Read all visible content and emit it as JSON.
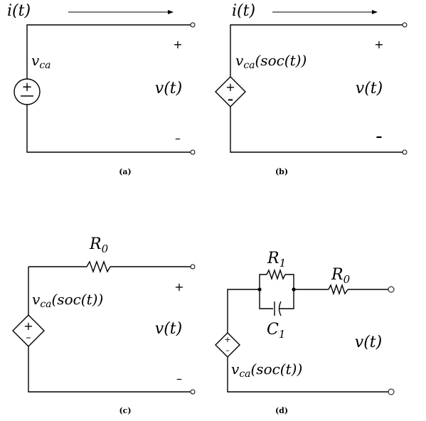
{
  "panel_a": {
    "current_label": "i(t)",
    "source_label": "v",
    "source_sub": "ca",
    "source_sign": "+",
    "output_label": "v(t)",
    "plus_sign": "+",
    "minus_sign": "–",
    "caption": "(a)"
  },
  "panel_b": {
    "current_label": "i(t)",
    "source_label": "v",
    "source_sub": "ca",
    "source_arg": "(soc(t))",
    "source_plus": "+",
    "source_minus": "–",
    "output_label": "v(t)",
    "plus_sign": "+",
    "minus_sign": "–",
    "caption": "(b)"
  },
  "panel_c": {
    "resistor_label": "R",
    "resistor_sub": "0",
    "source_label": "v",
    "source_sub": "ca",
    "source_arg": "(soc(t))",
    "source_plus": "+",
    "source_minus": "–",
    "output_label": "v(t)",
    "plus_sign": "+",
    "minus_sign": "–",
    "caption": "(c)"
  },
  "panel_d": {
    "r1_label": "R",
    "r1_sub": "1",
    "c1_label": "C",
    "c1_sub": "1",
    "r0_label": "R",
    "r0_sub": "0",
    "source_label": "v",
    "source_sub": "ca",
    "source_arg": "(soc(t))",
    "source_plus": "+",
    "source_minus": "–",
    "output_label": "v(t)",
    "caption": "(d)"
  }
}
